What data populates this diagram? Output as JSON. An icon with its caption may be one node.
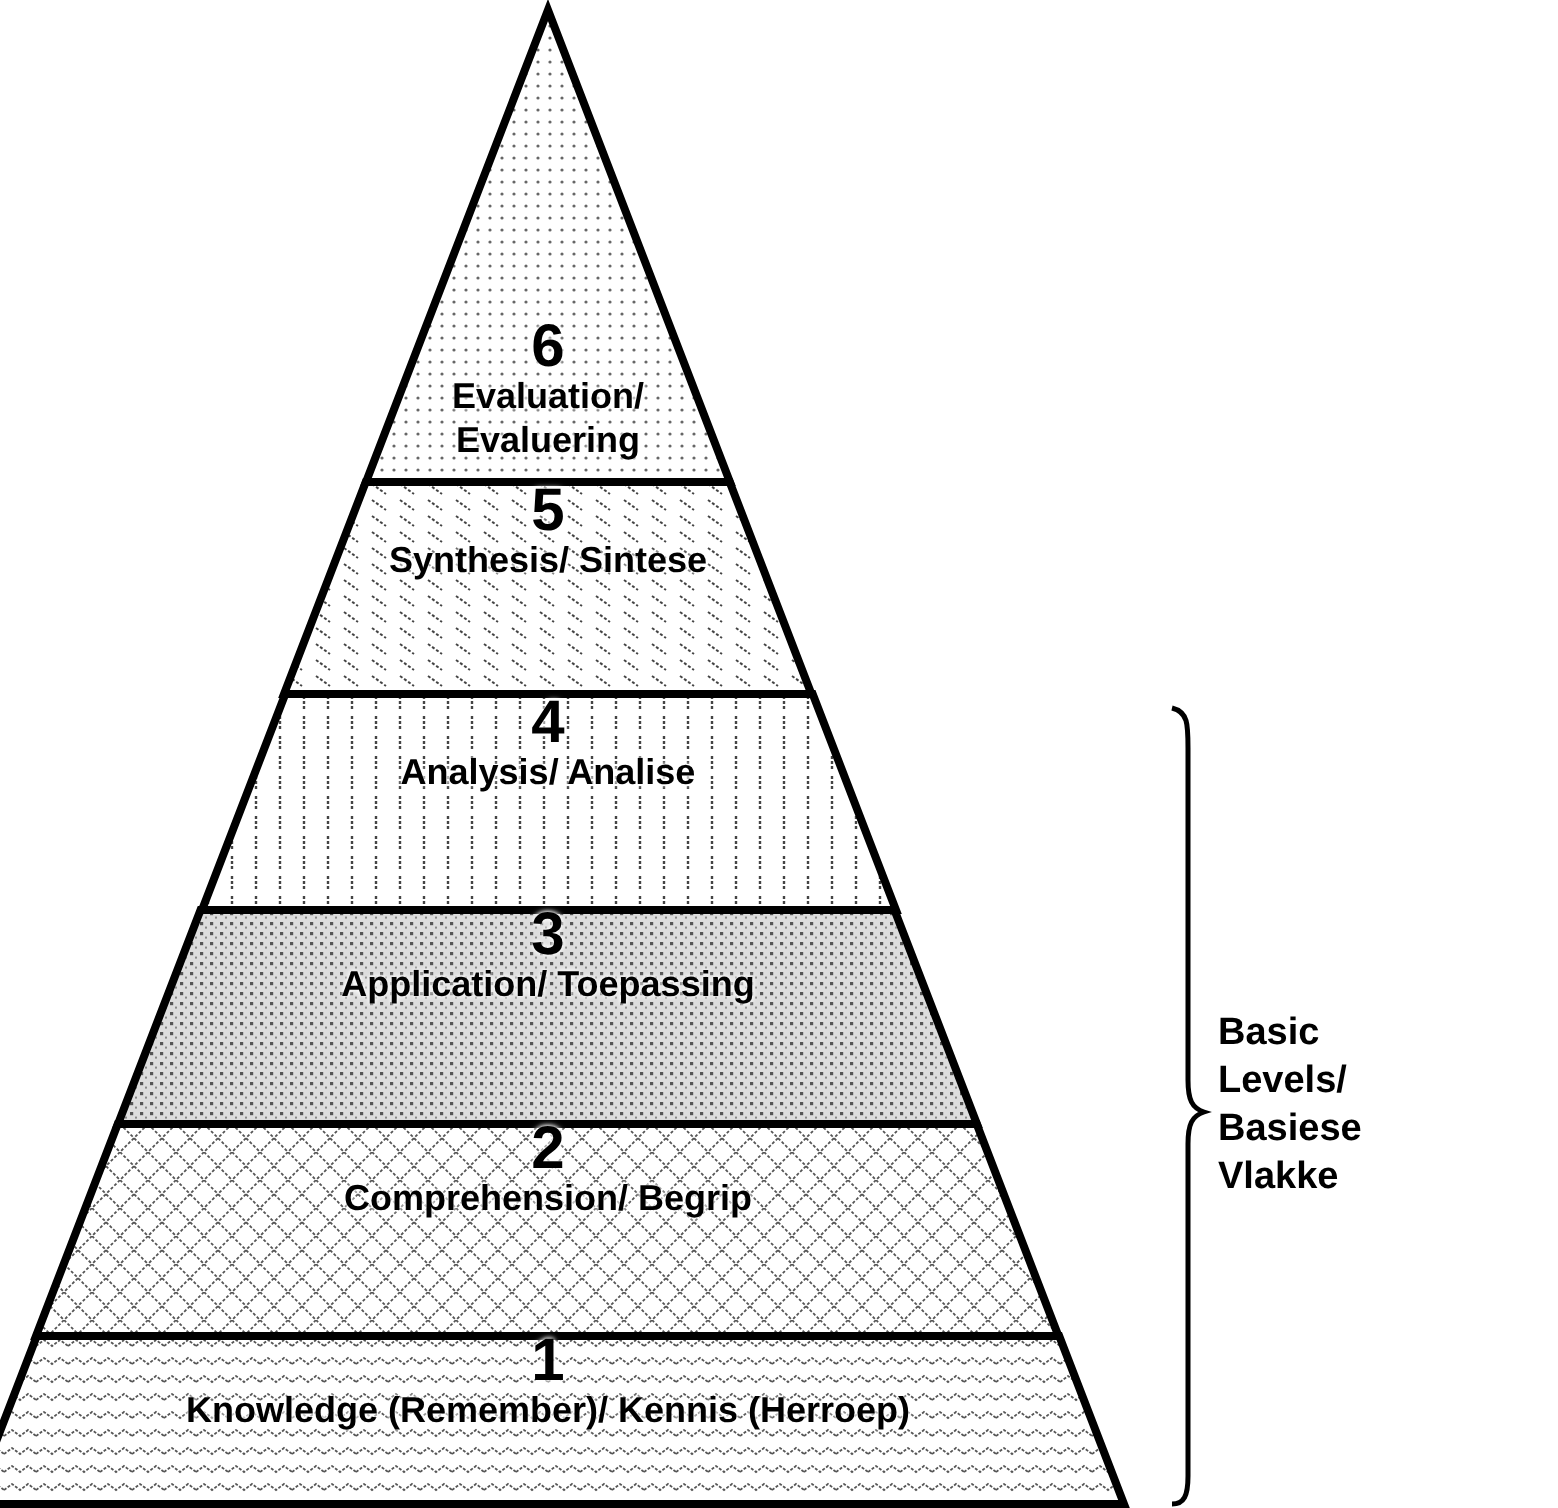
{
  "diagram": {
    "nodes": [
      {
        "text": [
          "6",
          "Evaluation/ Evaluering"
        ]
      },
      {
        "text": [
          "5",
          "Synthesis/ Sintese"
        ]
      },
      {
        "text": [
          "4",
          "Analysis/ Analise"
        ]
      },
      {
        "text": [
          "3",
          "Application/ Toepassing"
        ]
      },
      {
        "text": [
          "2",
          "Comprehension/ Begrip"
        ]
      },
      {
        "text": [
          "1",
          "Knowledge (Remember)/ Kennis (Herroep)"
        ]
      }
    ],
    "labels": [
      "Basic Levels/ Basiese Vlakke"
    ]
  }
}
